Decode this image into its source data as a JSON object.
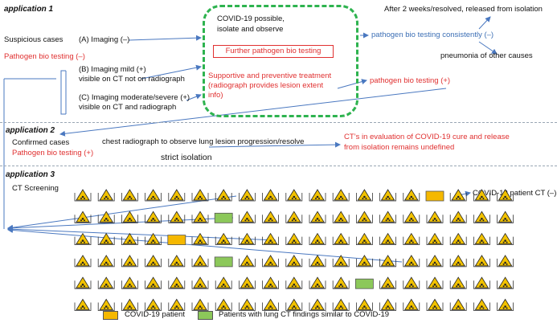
{
  "app1": {
    "heading": "application 1",
    "suspicious": "Suspicious cases",
    "pathogen_neg": "Pathogen bio testing (–)",
    "imaging_neg": "(A) Imaging (–)",
    "imaging_mild_1": "(B) Imaging mild  (+)",
    "imaging_mild_2": "visible on CT not on radiograph",
    "imaging_mod_1": "(C) Imaging moderate/severe (+)",
    "imaging_mod_2": "visible on CT and  radiograph",
    "covid_possible_1": "COVID-19 possible,",
    "covid_possible_2": "isolate and observe",
    "further_testing": "Further pathogen bio testing",
    "supportive_1": "Supportive and preventive treatment",
    "supportive_2": "(radiograph provides lesion extent",
    "supportive_3": "info)",
    "after_2_weeks": "After 2 weeks/resolved, released from isolation",
    "consistently_neg": "pathogen bio testing consistently (–)",
    "pneumonia_other": "pneumonia of other causes",
    "pathogen_pos": "pathogen bio testing (+)"
  },
  "app2": {
    "heading": "application 2",
    "confirmed": "Confirmed cases",
    "radiograph_observe": "chest radiograph to observe lung lesion progression/resolve",
    "pathogen_pos": "Pathogen bio testing (+)",
    "strict_isolation": "strict isolation",
    "ct_eval_1": "CT’s in evaluation of COVID-19 cure and release",
    "ct_eval_2": "from isolation remains undefined"
  },
  "app3": {
    "heading": "application 3",
    "ct_screening": "CT Screening",
    "covid_patient_ct_neg": "COVID-19 patient CT (–)"
  },
  "grid": {
    "rows": [
      "RRRRRRRRRRRRRRRORRR",
      "RRRRRRGRRRRRRRRRRRR",
      "RRRRORRRRRRRRRRRRRR",
      "RRRRRRGRRRRRRRRRRRR",
      "RRRRRRRRRRRRGRRRRRR",
      "RRRRRRRRRRRRRRRRRRR"
    ]
  },
  "legend": {
    "covid_patient": "COVID-19 patient",
    "similar_findings": "Patients with lung CT findings similar to COVID-19"
  },
  "colors": {
    "red_text": "#e03030",
    "blue_text": "#3c6fb5",
    "green_dash": "#2eb34f",
    "covid_orange": "#f5b800",
    "similar_green": "#8cc85a",
    "hazard_yellow": "#f2c200",
    "arrow_blue": "#4a78c0"
  }
}
